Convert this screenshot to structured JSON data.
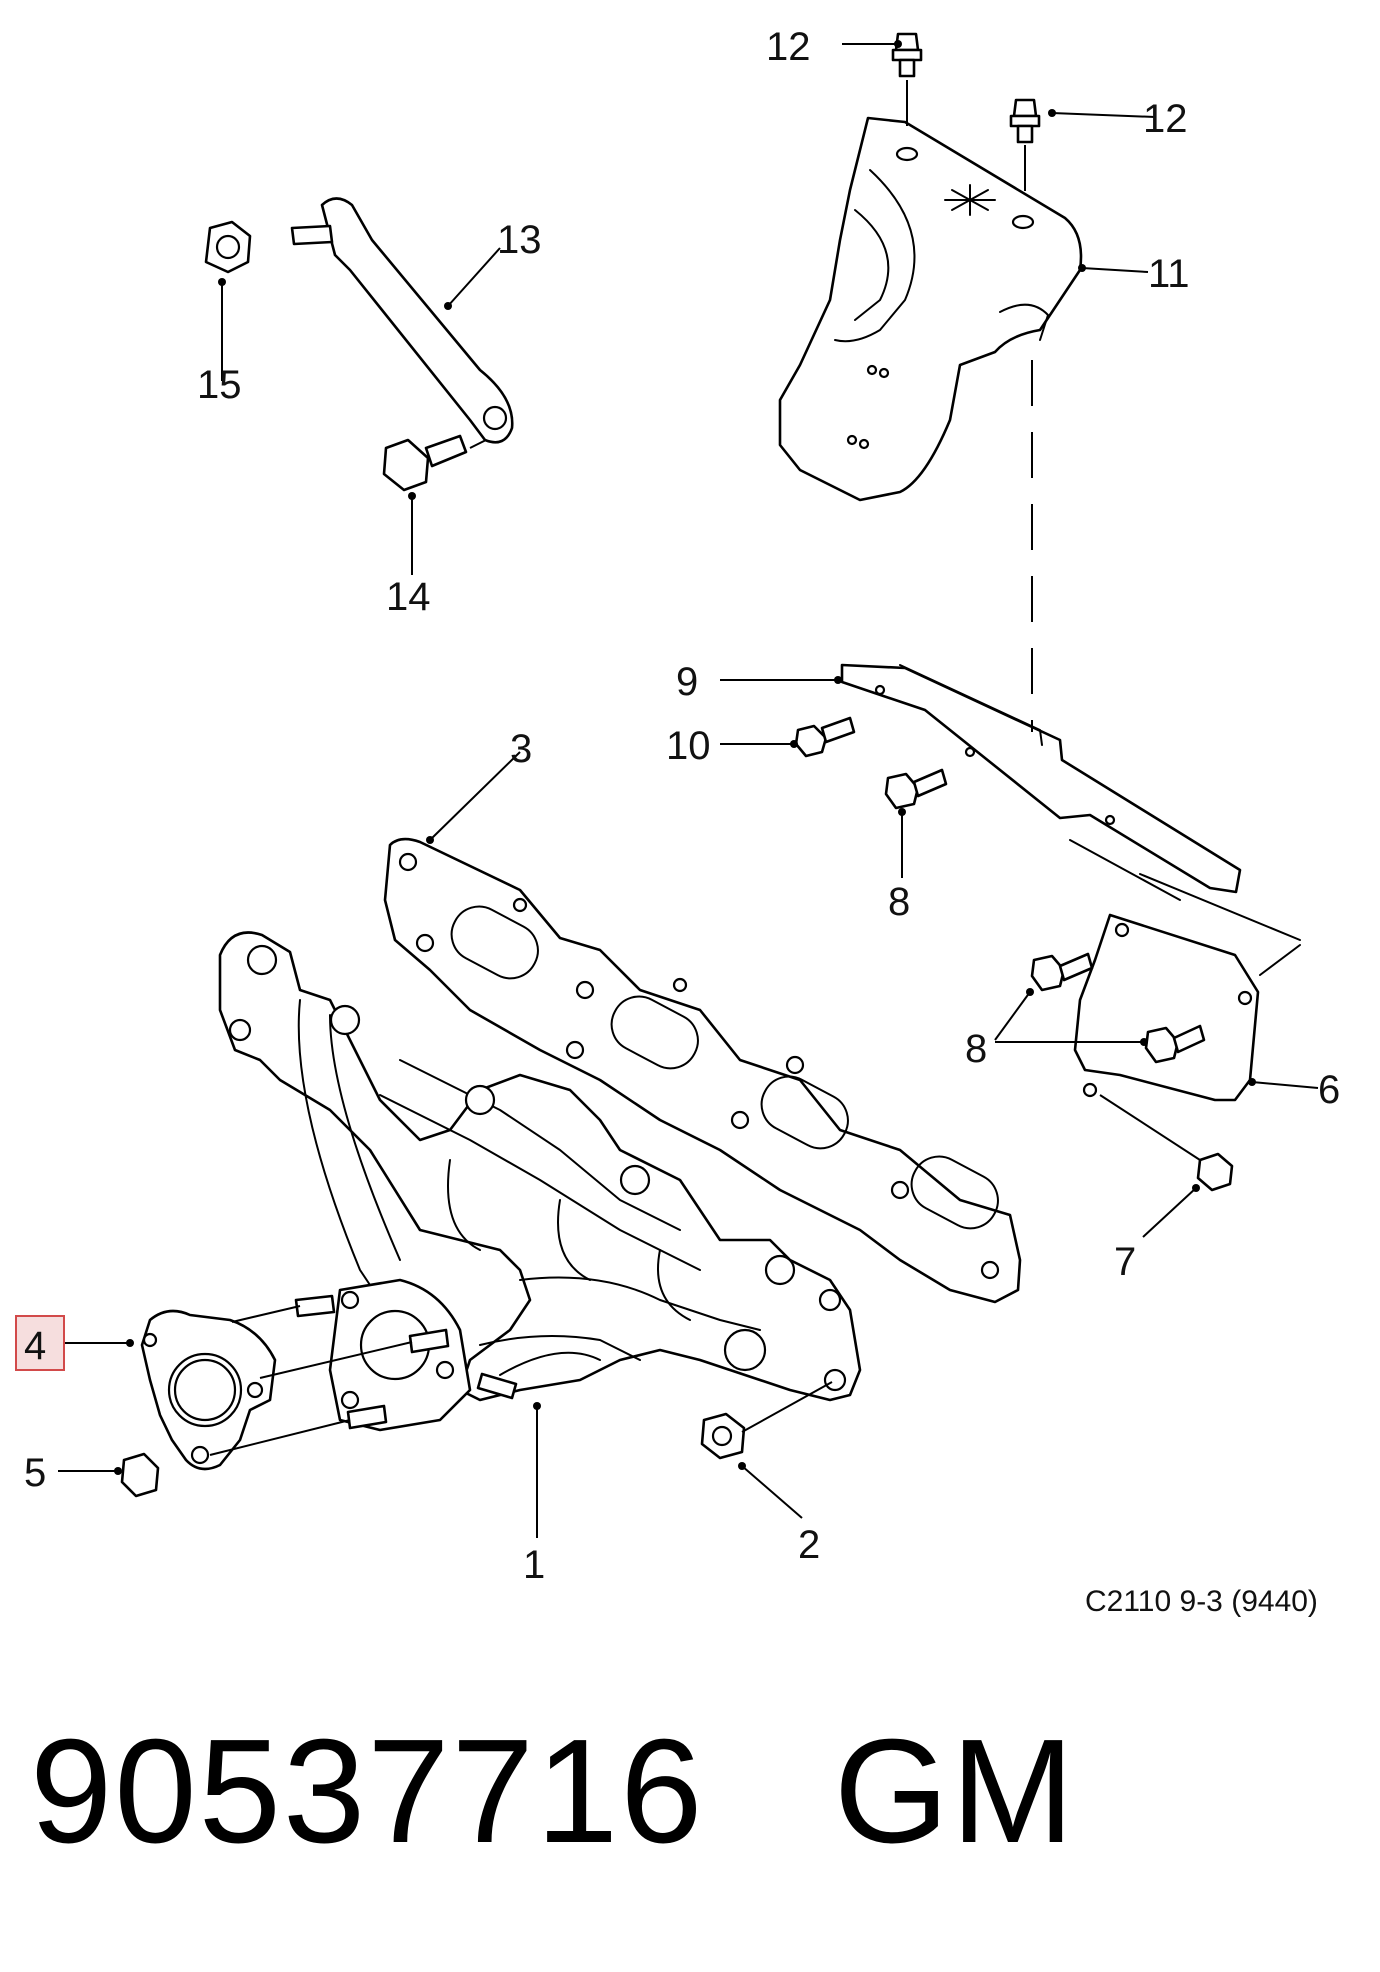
{
  "diagram": {
    "callouts": {
      "c1": "1",
      "c2": "2",
      "c3": "3",
      "c4": "4",
      "c5": "5",
      "c6": "6",
      "c7": "7",
      "c8a": "8",
      "c8b": "8",
      "c9": "9",
      "c10": "10",
      "c11": "11",
      "c12a": "12",
      "c12b": "12",
      "c13": "13",
      "c14": "14",
      "c15": "15"
    },
    "highlighted_callout": "4",
    "highlight_color": "#d24a4a",
    "caption": "C2110 9-3 (9440)"
  },
  "part_number": "90537716   GM"
}
